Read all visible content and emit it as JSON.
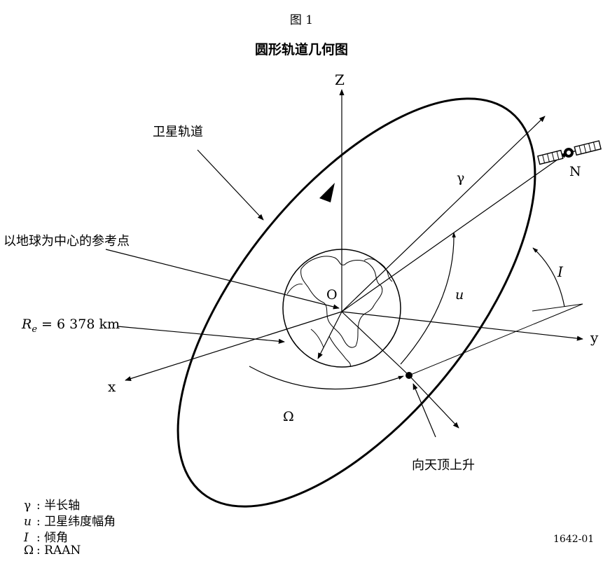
{
  "figure_number": "图 1",
  "figure_title": "圆形轨道几何图",
  "labels": {
    "z_axis": "Z",
    "x_axis": "x",
    "y_axis": "y",
    "origin": "O",
    "node": "N",
    "satellite_orbit": "卫星轨道",
    "earth_center_ref": "以地球为中心的参考点",
    "earth_radius_sym": "R",
    "earth_radius_sub": "e",
    "earth_radius_value": " = 6 378 km",
    "semi_major_sym": "γ",
    "latitude_sym": "u",
    "inclination_sym": "I",
    "raan_sym": "Ω",
    "ascending_zenith": "向天顶上升"
  },
  "legend": [
    {
      "symbol": "γ",
      "sep": ": ",
      "text": "半长轴"
    },
    {
      "symbol": "u",
      "sep": ":  ",
      "text": "卫星纬度幅角"
    },
    {
      "symbol": "I",
      "sep": ":  ",
      "text": "倾角"
    },
    {
      "symbol": "Ω",
      "sep": ": ",
      "text": "RAAN"
    }
  ],
  "figure_code": "1642-01",
  "icons": [
    "satellite-icon",
    "earth-globe-icon"
  ]
}
